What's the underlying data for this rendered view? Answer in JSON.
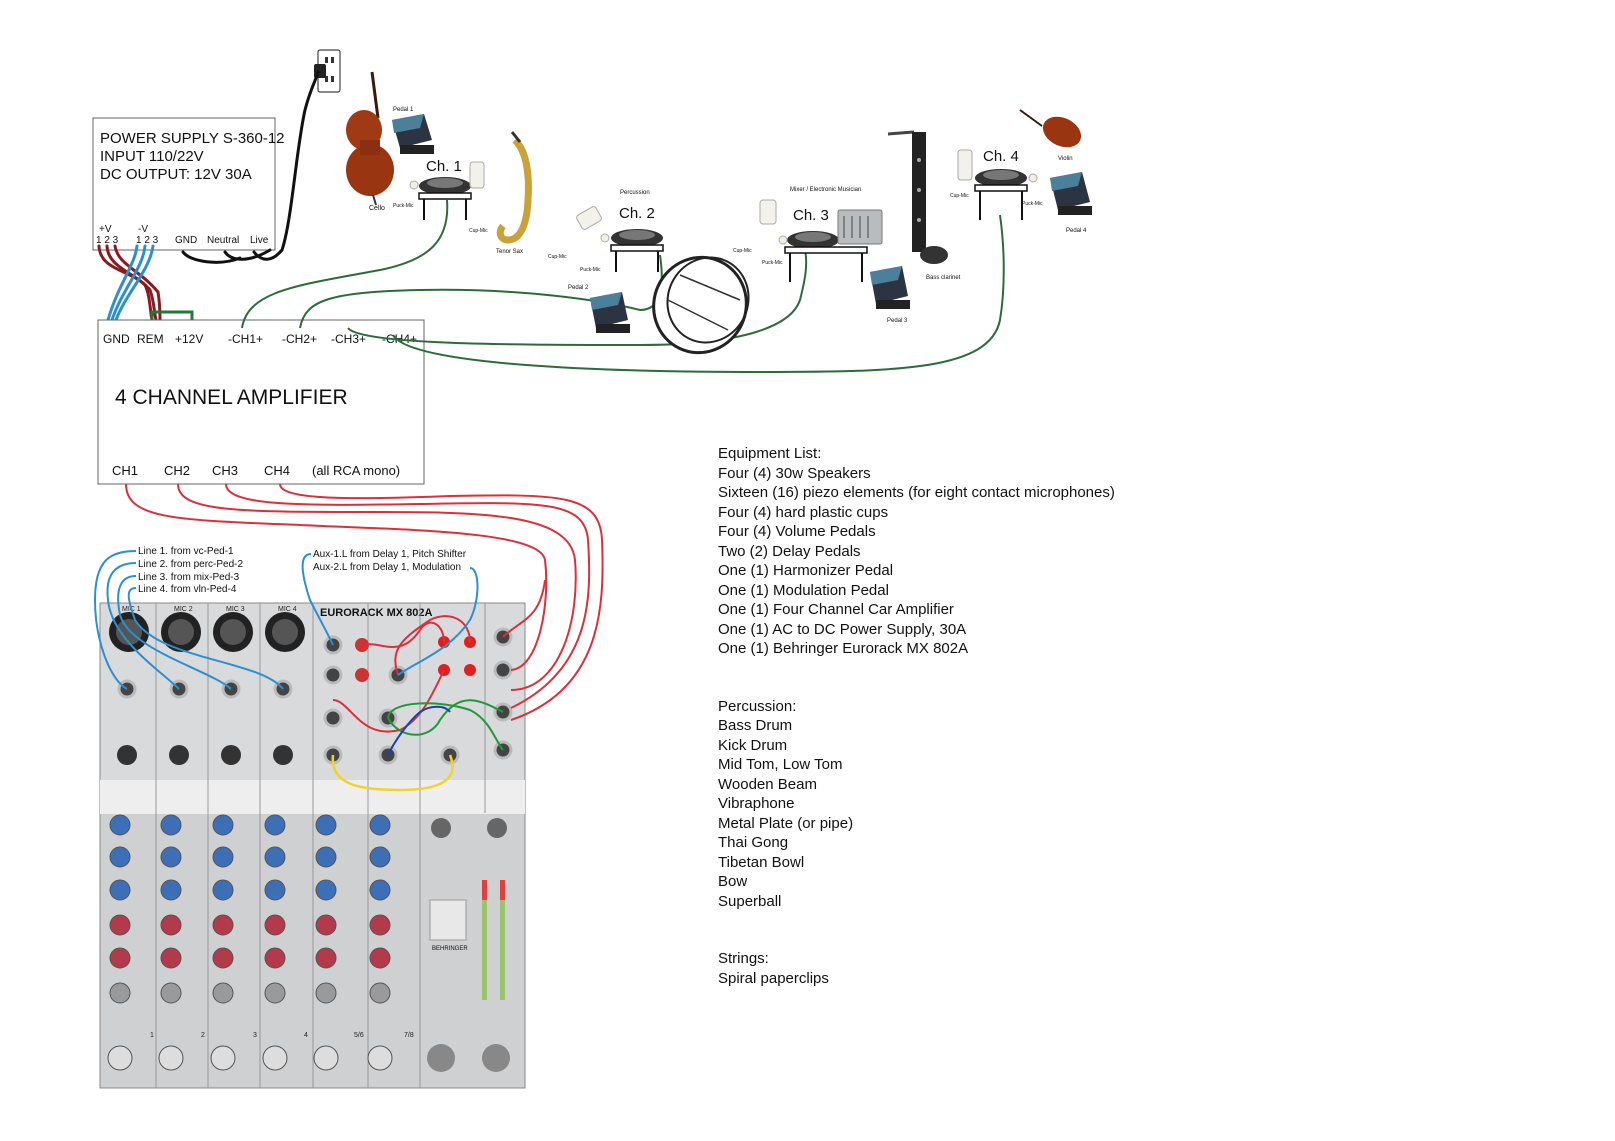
{
  "power_supply": {
    "lines": [
      "POWER SUPPLY S-360-12",
      "INPUT 110/22V",
      "DC OUTPUT: 12V  30A"
    ],
    "terminals": [
      "+V",
      "-V",
      "1 2 3",
      "1 2 3",
      "GND",
      "Neutral",
      "Live"
    ]
  },
  "amplifier": {
    "title": "4 CHANNEL AMPLIFIER",
    "top_terminals": [
      "GND",
      "REM",
      "+12V",
      "-CH1+",
      "-CH2+",
      "-CH3+",
      "-CH4+"
    ],
    "bottom_terminals": [
      "CH1",
      "CH2",
      "CH3",
      "CH4",
      "(all RCA mono)"
    ]
  },
  "stations": [
    {
      "channel": "Ch. 1",
      "instrument": "Cello",
      "extra": "Tenor Sax",
      "pedal": "Pedal 1",
      "mics": [
        "Puck-Mic",
        "Cup-Mic"
      ]
    },
    {
      "channel": "Ch. 2",
      "heading": "Percussion",
      "pedal": "Pedal 2",
      "mics": [
        "Cup-Mic",
        "Puck-Mic"
      ]
    },
    {
      "channel": "Ch. 3",
      "heading": "Mixer / Electronic Musician",
      "pedal": "Pedal 3",
      "mics": [
        "Cup-Mic",
        "Puck-Mic"
      ]
    },
    {
      "channel": "Ch. 4",
      "instrument": "Violin",
      "extra": "Bass clarinet",
      "pedal": "Pedal 4",
      "mics": [
        "Cup-Mic",
        "Puck-Mic"
      ]
    }
  ],
  "mixer_notes": {
    "lines_left": [
      "Line 1. from vc-Ped-1",
      "Line 2. from perc-Ped-2",
      "Line 3. from mix-Ped-3",
      "Line 4. from vln-Ped-4"
    ],
    "lines_right": [
      "Aux-1.L from Delay 1, Pitch Shifter",
      "Aux-2.L from Delay 1, Modulation"
    ]
  },
  "mixer": {
    "brand": "EURORACK MX 802A",
    "maker": "BEHRINGER",
    "mic_labels": [
      "MIC 1",
      "MIC 2",
      "MIC 3",
      "MIC 4"
    ],
    "channel_numbers": [
      "1",
      "2",
      "3",
      "4",
      "5/6",
      "7/8"
    ],
    "knob_colors": {
      "eq": "#3d6fb6",
      "aux": "#b23a4a",
      "pan": "#9a9a9a",
      "level": "#dddddd"
    }
  },
  "equipment": {
    "heading": "Equipment List:",
    "items": [
      "Four (4) 30w Speakers",
      "Sixteen (16) piezo elements (for eight contact microphones)",
      "Four (4) hard plastic cups",
      "Four (4) Volume Pedals",
      "Two (2) Delay Pedals",
      "One (1) Harmonizer Pedal",
      "One (1) Modulation Pedal",
      "One (1) Four Channel Car Amplifier",
      "One (1) AC to DC Power Supply, 30A",
      "One (1) Behringer Eurorack MX 802A"
    ]
  },
  "percussion": {
    "heading": "Percussion:",
    "items": [
      "Bass Drum",
      "Kick Drum",
      "Mid Tom, Low Tom",
      "Wooden Beam",
      "Vibraphone",
      "Metal Plate (or pipe)",
      "Thai Gong",
      "Tibetan Bowl",
      "Bow",
      "Superball"
    ]
  },
  "strings": {
    "heading": "Strings:",
    "items": [
      "Spiral paperclips"
    ]
  },
  "wire_colors": {
    "signal": "#d9303c",
    "ground": "#2c8fd0",
    "speaker": "#2e6b3a",
    "power": "#111111",
    "remote": "#1f7a34",
    "dc_plus": "#8a1a22",
    "patch_yellow": "#f2d32a",
    "patch_blue": "#1e3fb0"
  }
}
